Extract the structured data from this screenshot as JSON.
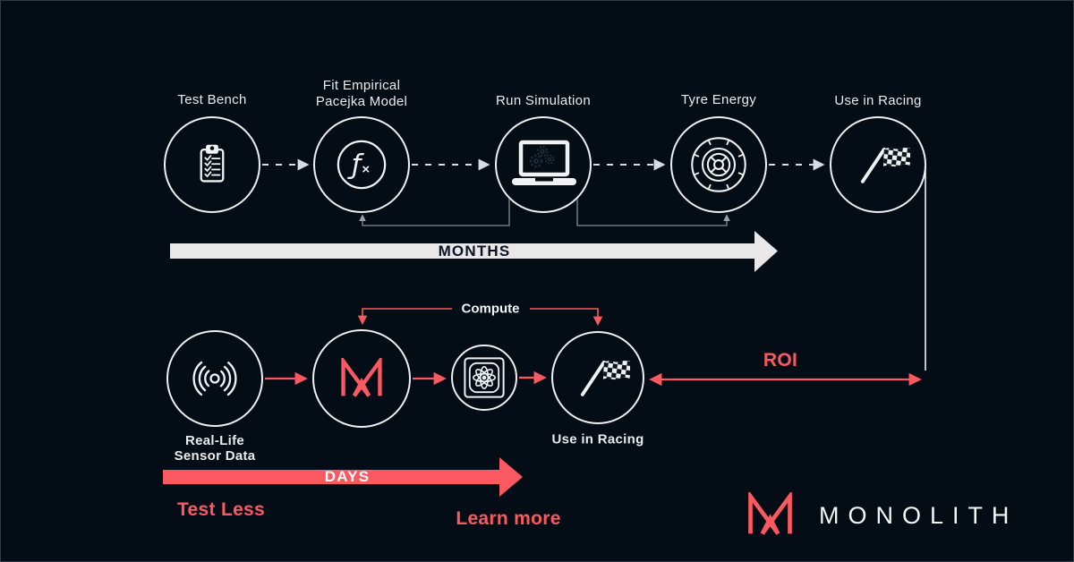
{
  "colors": {
    "background": "#040d15",
    "accent_red": "#fa5961",
    "line_white": "#eef0f2",
    "muted_feedback_line": "#848a92",
    "months_arrow_fill": "#e9e7e8",
    "months_text": "#0b1424"
  },
  "traditional": {
    "timeline_label": "MONTHS",
    "nodes": [
      {
        "label_lines": [
          "Test Bench"
        ],
        "icon": "clipboard-checklist-icon"
      },
      {
        "label_lines": [
          "Fit Empirical",
          "Pacejka Model"
        ],
        "icon": "function-fx-icon"
      },
      {
        "label_lines": [
          "Run Simulation"
        ],
        "icon": "laptop-simulation-icon"
      },
      {
        "label_lines": [
          "Tyre Energy"
        ],
        "icon": "tyre-icon"
      },
      {
        "label_lines": [
          "Use in Racing"
        ],
        "icon": "checkered-flag-icon"
      }
    ]
  },
  "monolith_flow": {
    "compute_label": "Compute",
    "roi_label": "ROI",
    "timeline_label": "DAYS",
    "tagline_left": "Test Less",
    "tagline_right": "Learn more",
    "nodes": [
      {
        "label_lines": [
          "Real-Life",
          "Sensor Data"
        ],
        "icon": "sensor-waves-icon"
      },
      {
        "label_lines": [],
        "icon": "monolith-logo-icon"
      },
      {
        "label_lines": [],
        "icon": "ai-chip-icon"
      },
      {
        "label_lines": [
          "Use in Racing"
        ],
        "icon": "checkered-flag-icon"
      }
    ]
  },
  "function_glyph": {
    "f": "ƒ",
    "x": "×"
  },
  "brand": {
    "name": "MONOLITH",
    "logo": "monolith-logo-icon"
  }
}
